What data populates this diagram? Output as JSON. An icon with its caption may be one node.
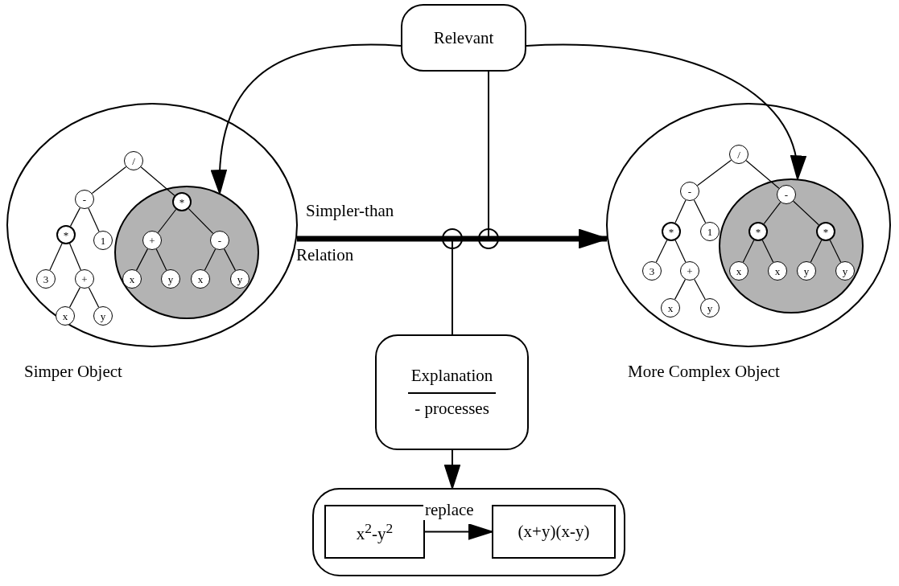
{
  "diagram": {
    "nodes": [
      {
        "text": [
          "Relevant"
        ]
      },
      {
        "text": [],
        "shape": "circle",
        "beside": [
          "Simper Object"
        ]
      },
      {
        "text": [
          "/"
        ],
        "in": 1
      },
      {
        "text": [
          "-"
        ],
        "in": 1
      },
      {
        "text": [
          "*"
        ],
        "in": 1
      },
      {
        "text": [
          "1"
        ],
        "in": 1
      },
      {
        "text": [
          "3"
        ],
        "in": 1
      },
      {
        "text": [
          "+"
        ],
        "in": 1
      },
      {
        "text": [
          "x"
        ],
        "in": 1
      },
      {
        "text": [
          "y"
        ],
        "in": 1
      },
      {
        "text": [],
        "shape": "circle",
        "in": 1
      },
      {
        "text": [
          "*"
        ],
        "in": 10
      },
      {
        "text": [
          "+"
        ],
        "in": 10
      },
      {
        "text": [
          "-"
        ],
        "in": 10
      },
      {
        "text": [
          "x"
        ],
        "in": 10
      },
      {
        "text": [
          "y"
        ],
        "in": 10
      },
      {
        "text": [
          "x"
        ],
        "in": 10
      },
      {
        "text": [
          "y"
        ],
        "in": 10
      },
      {
        "text": [],
        "shape": "circle",
        "beside": [
          "More Complex Object"
        ]
      },
      {
        "text": [
          "/"
        ],
        "in": 18
      },
      {
        "text": [
          "-"
        ],
        "in": 18
      },
      {
        "text": [
          "*"
        ],
        "in": 18
      },
      {
        "text": [
          "1"
        ],
        "in": 18
      },
      {
        "text": [
          "3"
        ],
        "in": 18
      },
      {
        "text": [
          "+"
        ],
        "in": 18
      },
      {
        "text": [
          "x"
        ],
        "in": 18
      },
      {
        "text": [
          "y"
        ],
        "in": 18
      },
      {
        "text": [],
        "shape": "circle",
        "in": 18
      },
      {
        "text": [
          "-"
        ],
        "in": 27
      },
      {
        "text": [
          "*"
        ],
        "in": 27
      },
      {
        "text": [
          "*"
        ],
        "in": 27
      },
      {
        "text": [
          "x"
        ],
        "in": 27
      },
      {
        "text": [
          "x"
        ],
        "in": 27
      },
      {
        "text": [
          "y"
        ],
        "in": 27
      },
      {
        "text": [
          "y"
        ],
        "in": 27
      },
      {
        "text": [
          "Explanation",
          "- processes"
        ]
      },
      {
        "text": [],
        "shape": "box"
      },
      {
        "text": [
          "x$^{2}$-y$^{2}$"
        ],
        "in": 36
      },
      {
        "text": [
          "(x+y)(x-y)"
        ],
        "in": 36
      }
    ],
    "edges": [
      {
        "from": 2,
        "to": 3,
        "arrow": "none"
      },
      {
        "from": 2,
        "to": 11,
        "arrow": "none"
      },
      {
        "from": 3,
        "to": 4,
        "arrow": "none"
      },
      {
        "from": 3,
        "to": 5,
        "arrow": "none"
      },
      {
        "from": 4,
        "to": 6,
        "arrow": "none"
      },
      {
        "from": 4,
        "to": 7,
        "arrow": "none"
      },
      {
        "from": 7,
        "to": 8,
        "arrow": "none"
      },
      {
        "from": 7,
        "to": 9,
        "arrow": "none"
      },
      {
        "from": 11,
        "to": 12,
        "arrow": "none"
      },
      {
        "from": 11,
        "to": 13,
        "arrow": "none"
      },
      {
        "from": 12,
        "to": 14,
        "arrow": "none"
      },
      {
        "from": 12,
        "to": 15,
        "arrow": "none"
      },
      {
        "from": 13,
        "to": 16,
        "arrow": "none"
      },
      {
        "from": 13,
        "to": 17,
        "arrow": "none"
      },
      {
        "from": 19,
        "to": 20,
        "arrow": "none"
      },
      {
        "from": 19,
        "to": 28,
        "arrow": "none"
      },
      {
        "from": 20,
        "to": 21,
        "arrow": "none"
      },
      {
        "from": 20,
        "to": 22,
        "arrow": "none"
      },
      {
        "from": 21,
        "to": 23,
        "arrow": "none"
      },
      {
        "from": 21,
        "to": 24,
        "arrow": "none"
      },
      {
        "from": 24,
        "to": 25,
        "arrow": "none"
      },
      {
        "from": 24,
        "to": 26,
        "arrow": "none"
      },
      {
        "from": 28,
        "to": 29,
        "arrow": "none"
      },
      {
        "from": 28,
        "to": 30,
        "arrow": "none"
      },
      {
        "from": 29,
        "to": 31,
        "arrow": "none"
      },
      {
        "from": 29,
        "to": 32,
        "arrow": "none"
      },
      {
        "from": 30,
        "to": 33,
        "arrow": "none"
      },
      {
        "from": 30,
        "to": 34,
        "arrow": "none"
      },
      {
        "from": 1,
        "to": 18,
        "arrow": "to",
        "style": "thick"
      },
      {
        "from": 0,
        "to": 10,
        "arrow": "to"
      },
      {
        "from": 0,
        "to": 27,
        "arrow": "to"
      },
      {
        "from": 0,
        "to": null,
        "arrow": "other"
      },
      {
        "from": 35,
        "to": null,
        "arrow": "other"
      },
      {
        "from": 35,
        "to": 36,
        "arrow": "to"
      },
      {
        "from": 37,
        "to": 38,
        "arrow": "to",
        "label": "replace"
      }
    ],
    "labels": [
      "Simpler-than",
      "Relation"
    ]
  }
}
